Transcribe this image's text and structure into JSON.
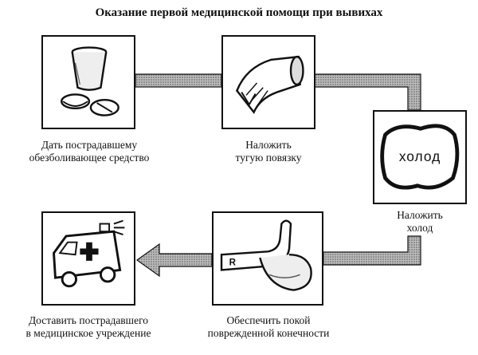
{
  "title": "Оказание первой медицинской помощи при вывихах",
  "steps": [
    {
      "line1": "Дать пострадавшему",
      "line2": "обезболивающее средство",
      "icon": "cup-and-pills-icon"
    },
    {
      "line1": "Наложить",
      "line2": "тугую повязку",
      "icon": "bandage-roll-icon"
    },
    {
      "line1": "Наложить",
      "line2": "холод",
      "icon": "cold-compress-icon",
      "label": "холод"
    },
    {
      "line1": "Обеспечить покой",
      "line2": "поврежденной конечности",
      "icon": "immobilized-arm-icon"
    },
    {
      "line1": "Доставить пострадавшего",
      "line2": "в медицинское учреждение",
      "icon": "ambulance-icon"
    }
  ],
  "colors": {
    "ink": "#111111",
    "arrow_fill": "#8a8a8a"
  }
}
